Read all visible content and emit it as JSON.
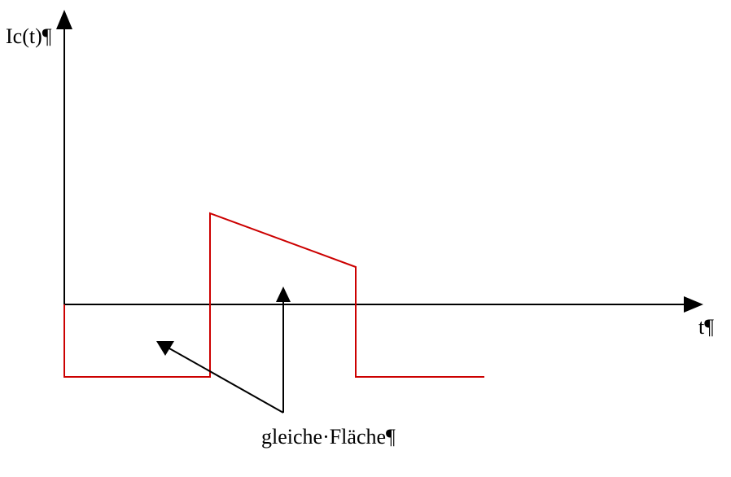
{
  "diagram": {
    "y_axis_label": "Ic(t)¶",
    "x_axis_label": "t¶",
    "annotation": "gleiche·Fläche¶"
  },
  "colors": {
    "axis": "#000000",
    "signal": "#cc0000",
    "annotation": "#000000",
    "background": "#ffffff"
  }
}
